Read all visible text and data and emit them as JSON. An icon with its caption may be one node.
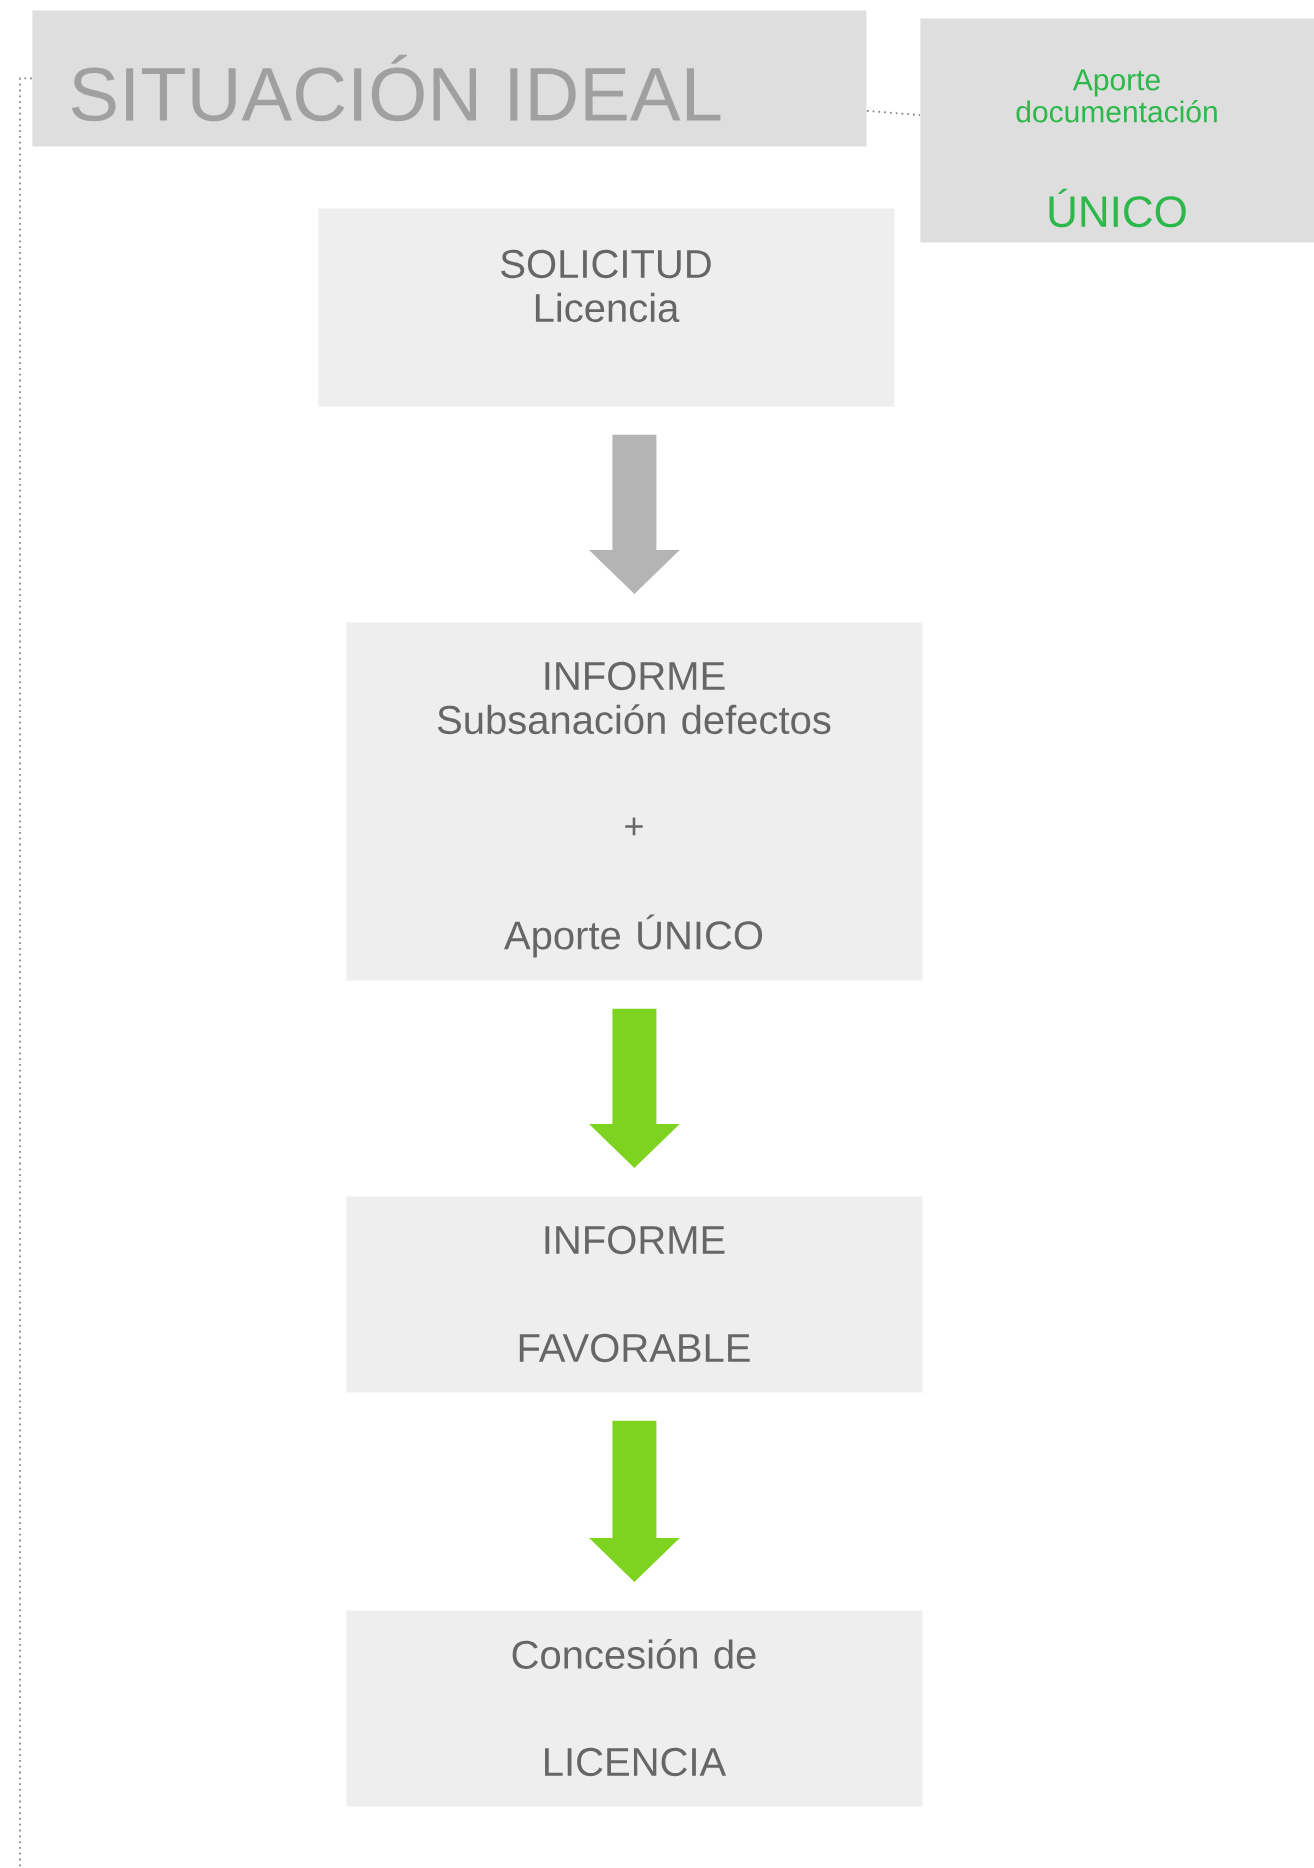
{
  "diagram": {
    "nodes": [
      {
        "text": [
          "SITUACIÓN IDEAL"
        ]
      },
      {
        "text": [
          "Aporte documentación",
          "ÚNICO"
        ]
      },
      {
        "text": [
          "SOLICITUD Licencia"
        ]
      },
      {
        "text": [
          "INFORME Subsanación defectos",
          "+",
          "Aporte ÚNICO"
        ]
      },
      {
        "text": [
          "INFORME",
          "FAVORABLE"
        ]
      },
      {
        "text": [
          "Concesión de",
          "LICENCIA"
        ]
      }
    ],
    "edges": [
      {
        "from": 0,
        "to": 1,
        "arrow": "none",
        "style": "dashed",
        "color": "#888888"
      },
      {
        "from": 0,
        "to": null,
        "arrow": "none",
        "style": "dashed",
        "color": "#888888"
      },
      {
        "from": 2,
        "to": 3,
        "arrow": "to",
        "color": "#b4b4b4"
      },
      {
        "from": 3,
        "to": 4,
        "arrow": "to",
        "color": "#7ed321"
      },
      {
        "from": 4,
        "to": 5,
        "arrow": "to",
        "color": "#7ed321"
      }
    ]
  }
}
